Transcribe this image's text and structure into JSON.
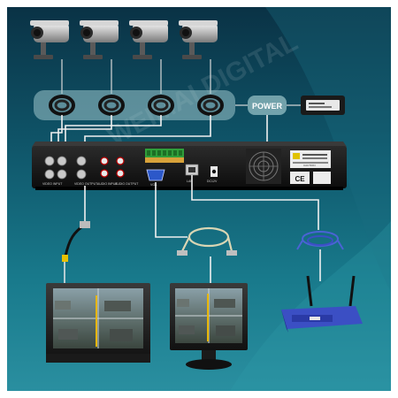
{
  "power": {
    "label": "POWER"
  },
  "watermark": {
    "text": "WEIMAI DIGITAL"
  },
  "dvr_back_panel": {
    "video_input_label": "VIDEO INPUT",
    "video_output_label": "VIDEO OUTPUT",
    "audio_input_label": "AUDIO INPUT",
    "audio_output_label": "AUDIO OUTPUT",
    "vga_label": "VGA",
    "lan_label": "LAN",
    "power_port_label": "DC12V",
    "ce_mark": "CE",
    "warning_label": "CAUTION"
  },
  "colors": {
    "background_top": "#0b3b52",
    "background_bottom": "#1c7f95",
    "cable_color": "#f5f5f5",
    "dvr_body": "#1a1a1a",
    "router_blue": "#3b4fc4"
  }
}
